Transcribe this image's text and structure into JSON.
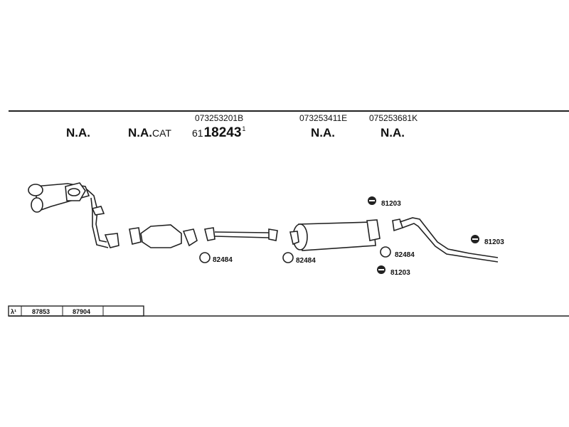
{
  "header_columns": [
    {
      "part_number": "",
      "label": "N.A."
    },
    {
      "part_number": "",
      "label": "N.A.",
      "suffix": "CAT"
    },
    {
      "part_number": "073253201B",
      "prefix": "61",
      "label": "18243",
      "superscript": "1"
    },
    {
      "part_number": "073253411E",
      "label": "N.A."
    },
    {
      "part_number": "075253681K",
      "label": "N.A."
    }
  ],
  "fittings": [
    {
      "code": "82484",
      "type": "gasket-ring"
    },
    {
      "code": "82484",
      "type": "gasket-ring"
    },
    {
      "code": "81203",
      "type": "rubber-mount"
    },
    {
      "code": "82484",
      "type": "gasket-ring"
    },
    {
      "code": "81203",
      "type": "rubber-mount"
    },
    {
      "code": "81203",
      "type": "rubber-mount"
    }
  ],
  "footer_table": {
    "cells": [
      "λ¹",
      "87853",
      "87904",
      ""
    ]
  }
}
